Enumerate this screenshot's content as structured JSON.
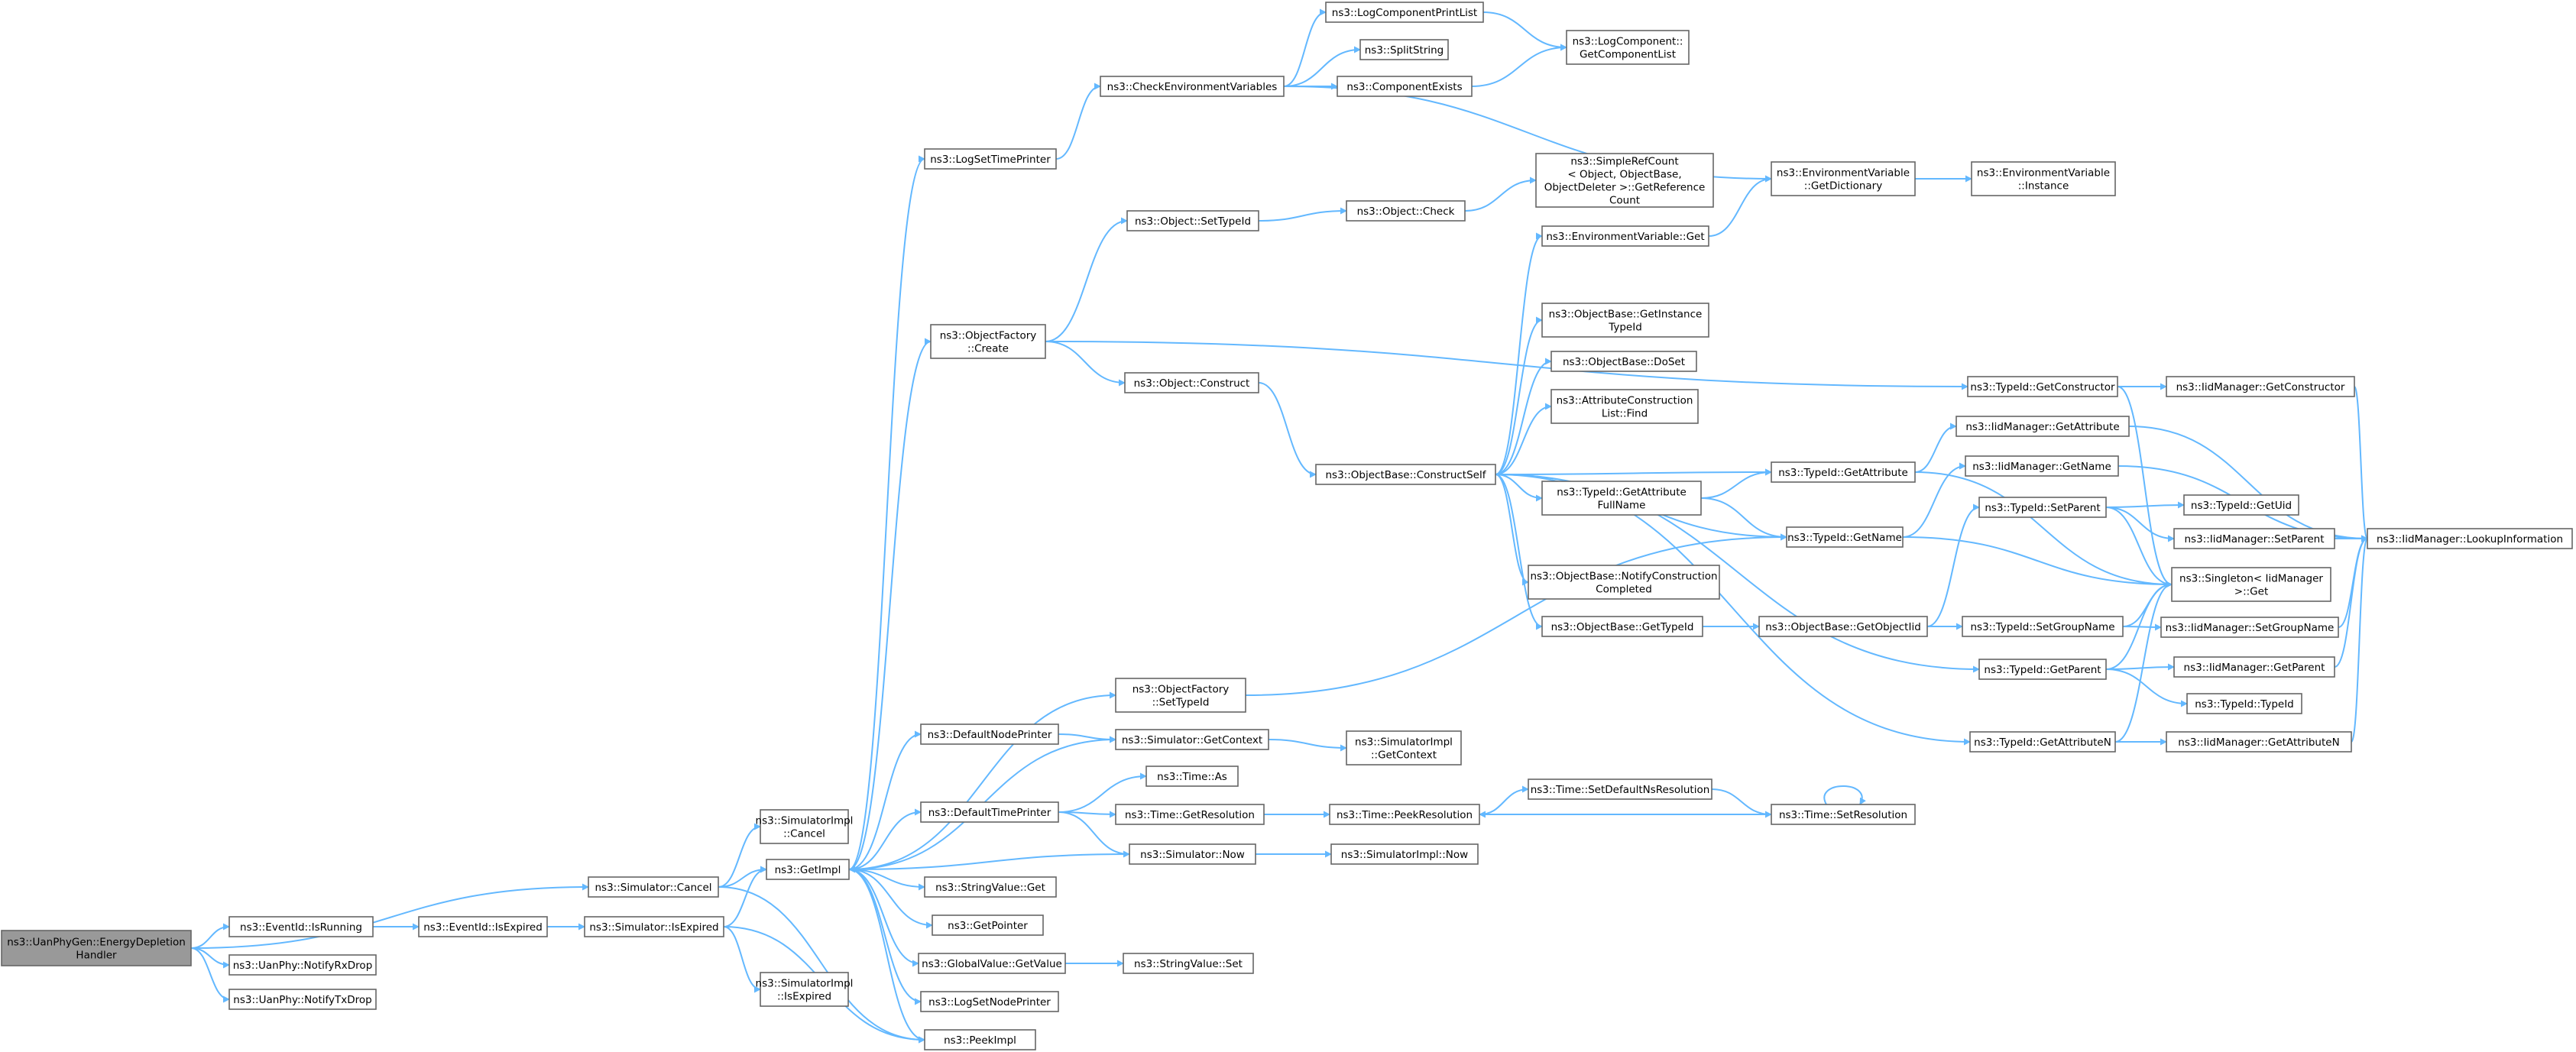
{
  "colors": {
    "edge": "#63b8ff",
    "node_border": "#666666",
    "root_fill": "#999999",
    "node_fill": "#ffffff"
  },
  "nodes": [
    {
      "id": "root",
      "lines": [
        "ns3::UanPhyGen::EnergyDepletion",
        "Handler"
      ]
    },
    {
      "id": "eidIsRunning",
      "lines": [
        "ns3::EventId::IsRunning"
      ]
    },
    {
      "id": "notifyRx",
      "lines": [
        "ns3::UanPhy::NotifyRxDrop"
      ]
    },
    {
      "id": "notifyTx",
      "lines": [
        "ns3::UanPhy::NotifyTxDrop"
      ]
    },
    {
      "id": "simCancel",
      "lines": [
        "ns3::Simulator::Cancel"
      ]
    },
    {
      "id": "eidIsExpired",
      "lines": [
        "ns3::EventId::IsExpired"
      ]
    },
    {
      "id": "simIsExpired",
      "lines": [
        "ns3::Simulator::IsExpired"
      ]
    },
    {
      "id": "simImplCancel",
      "lines": [
        "ns3::SimulatorImpl",
        "::Cancel"
      ]
    },
    {
      "id": "getImpl",
      "lines": [
        "ns3::GetImpl"
      ]
    },
    {
      "id": "simImplIsExpired",
      "lines": [
        "ns3::SimulatorImpl",
        "::IsExpired"
      ]
    },
    {
      "id": "peekImpl",
      "lines": [
        "ns3::PeekImpl"
      ]
    },
    {
      "id": "logSetTimePrinter",
      "lines": [
        "ns3::LogSetTimePrinter"
      ]
    },
    {
      "id": "objFactoryCreate",
      "lines": [
        "ns3::ObjectFactory",
        "::Create"
      ]
    },
    {
      "id": "defaultNodePrinter",
      "lines": [
        "ns3::DefaultNodePrinter"
      ]
    },
    {
      "id": "defaultTimePrinter",
      "lines": [
        "ns3::DefaultTimePrinter"
      ]
    },
    {
      "id": "stringValueGet",
      "lines": [
        "ns3::StringValue::Get"
      ]
    },
    {
      "id": "getPointer",
      "lines": [
        "ns3::GetPointer"
      ]
    },
    {
      "id": "globalValueGetValue",
      "lines": [
        "ns3::GlobalValue::GetValue"
      ]
    },
    {
      "id": "logSetNodePrinter",
      "lines": [
        "ns3::LogSetNodePrinter"
      ]
    },
    {
      "id": "checkEnvVars",
      "lines": [
        "ns3::CheckEnvironmentVariables"
      ]
    },
    {
      "id": "objSetTypeId",
      "lines": [
        "ns3::Object::SetTypeId"
      ]
    },
    {
      "id": "objConstruct",
      "lines": [
        "ns3::Object::Construct"
      ]
    },
    {
      "id": "objFactorySetTypeId",
      "lines": [
        "ns3::ObjectFactory",
        "::SetTypeId"
      ]
    },
    {
      "id": "simGetContext",
      "lines": [
        "ns3::Simulator::GetContext"
      ]
    },
    {
      "id": "timeAs",
      "lines": [
        "ns3::Time::As"
      ]
    },
    {
      "id": "timeGetResolution",
      "lines": [
        "ns3::Time::GetResolution"
      ]
    },
    {
      "id": "simNow",
      "lines": [
        "ns3::Simulator::Now"
      ]
    },
    {
      "id": "stringValueSet",
      "lines": [
        "ns3::StringValue::Set"
      ]
    },
    {
      "id": "logCompPrintList",
      "lines": [
        "ns3::LogComponentPrintList"
      ]
    },
    {
      "id": "splitString",
      "lines": [
        "ns3::SplitString"
      ]
    },
    {
      "id": "componentExists",
      "lines": [
        "ns3::ComponentExists"
      ]
    },
    {
      "id": "objCheck",
      "lines": [
        "ns3::Object::Check"
      ]
    },
    {
      "id": "objBaseConstructSelf",
      "lines": [
        "ns3::ObjectBase::ConstructSelf"
      ]
    },
    {
      "id": "simImplGetContext",
      "lines": [
        "ns3::SimulatorImpl",
        "::GetContext"
      ]
    },
    {
      "id": "timePeekResolution",
      "lines": [
        "ns3::Time::PeekResolution"
      ]
    },
    {
      "id": "simImplNow",
      "lines": [
        "ns3::SimulatorImpl::Now"
      ]
    },
    {
      "id": "logCompGetList",
      "lines": [
        "ns3::LogComponent::",
        "GetComponentList"
      ]
    },
    {
      "id": "simpleRefCount",
      "lines": [
        "ns3::SimpleRefCount",
        "< Object, ObjectBase,",
        "ObjectDeleter >::GetReference",
        "Count"
      ]
    },
    {
      "id": "envVarGet",
      "lines": [
        "ns3::EnvironmentVariable::Get"
      ]
    },
    {
      "id": "objBaseGetInstanceTypeId",
      "lines": [
        "ns3::ObjectBase::GetInstance",
        "TypeId"
      ]
    },
    {
      "id": "objBaseDoSet",
      "lines": [
        "ns3::ObjectBase::DoSet"
      ]
    },
    {
      "id": "attrConstrListFind",
      "lines": [
        "ns3::AttributeConstruction",
        "List::Find"
      ]
    },
    {
      "id": "typeIdGetAttrFullName",
      "lines": [
        "ns3::TypeId::GetAttribute",
        "FullName"
      ]
    },
    {
      "id": "objBaseNotifyConstr",
      "lines": [
        "ns3::ObjectBase::NotifyConstruction",
        "Completed"
      ]
    },
    {
      "id": "objBaseGetTypeId",
      "lines": [
        "ns3::ObjectBase::GetTypeId"
      ]
    },
    {
      "id": "timeSetDefaultNsRes",
      "lines": [
        "ns3::Time::SetDefaultNsResolution"
      ]
    },
    {
      "id": "envVarGetDictionary",
      "lines": [
        "ns3::EnvironmentVariable",
        "::GetDictionary"
      ]
    },
    {
      "id": "typeIdGetAttribute",
      "lines": [
        "ns3::TypeId::GetAttribute"
      ]
    },
    {
      "id": "typeIdGetName",
      "lines": [
        "ns3::TypeId::GetName"
      ]
    },
    {
      "id": "objBaseGetObjectIid",
      "lines": [
        "ns3::ObjectBase::GetObjectIid"
      ]
    },
    {
      "id": "timeSetResolution",
      "lines": [
        "ns3::Time::SetResolution"
      ]
    },
    {
      "id": "envVarInstance",
      "lines": [
        "ns3::EnvironmentVariable",
        "::Instance"
      ]
    },
    {
      "id": "typeIdGetConstructor",
      "lines": [
        "ns3::TypeId::GetConstructor"
      ]
    },
    {
      "id": "iidGetAttribute",
      "lines": [
        "ns3::IidManager::GetAttribute"
      ]
    },
    {
      "id": "iidGetName",
      "lines": [
        "ns3::IidManager::GetName"
      ]
    },
    {
      "id": "typeIdSetParent",
      "lines": [
        "ns3::TypeId::SetParent"
      ]
    },
    {
      "id": "typeIdSetGroupName",
      "lines": [
        "ns3::TypeId::SetGroupName"
      ]
    },
    {
      "id": "typeIdGetParent",
      "lines": [
        "ns3::TypeId::GetParent"
      ]
    },
    {
      "id": "typeIdGetAttributeN",
      "lines": [
        "ns3::TypeId::GetAttributeN"
      ]
    },
    {
      "id": "iidGetConstructor",
      "lines": [
        "ns3::IidManager::GetConstructor"
      ]
    },
    {
      "id": "typeIdGetUid",
      "lines": [
        "ns3::TypeId::GetUid"
      ]
    },
    {
      "id": "iidSetParent",
      "lines": [
        "ns3::IidManager::SetParent"
      ]
    },
    {
      "id": "singletonGet",
      "lines": [
        "ns3::Singleton< IidManager",
        ">::Get"
      ]
    },
    {
      "id": "iidSetGroupName",
      "lines": [
        "ns3::IidManager::SetGroupName"
      ]
    },
    {
      "id": "iidGetParent",
      "lines": [
        "ns3::IidManager::GetParent"
      ]
    },
    {
      "id": "typeIdTypeId",
      "lines": [
        "ns3::TypeId::TypeId"
      ]
    },
    {
      "id": "iidGetAttributeN",
      "lines": [
        "ns3::IidManager::GetAttributeN"
      ]
    },
    {
      "id": "iidLookupInfo",
      "lines": [
        "ns3::IidManager::LookupInformation"
      ]
    }
  ],
  "edges": [
    [
      "root",
      "simCancel"
    ],
    [
      "root",
      "eidIsRunning"
    ],
    [
      "root",
      "notifyRx"
    ],
    [
      "root",
      "notifyTx"
    ],
    [
      "eidIsRunning",
      "eidIsExpired"
    ],
    [
      "eidIsExpired",
      "simIsExpired"
    ],
    [
      "simCancel",
      "simImplCancel"
    ],
    [
      "simCancel",
      "getImpl"
    ],
    [
      "simCancel",
      "peekImpl"
    ],
    [
      "simIsExpired",
      "getImpl"
    ],
    [
      "simIsExpired",
      "simImplIsExpired"
    ],
    [
      "simIsExpired",
      "peekImpl"
    ],
    [
      "getImpl",
      "logSetTimePrinter"
    ],
    [
      "getImpl",
      "objFactoryCreate"
    ],
    [
      "getImpl",
      "objFactorySetTypeId"
    ],
    [
      "getImpl",
      "defaultNodePrinter"
    ],
    [
      "getImpl",
      "simGetContext"
    ],
    [
      "getImpl",
      "defaultTimePrinter"
    ],
    [
      "getImpl",
      "stringValueGet"
    ],
    [
      "getImpl",
      "getPointer"
    ],
    [
      "getImpl",
      "globalValueGetValue"
    ],
    [
      "getImpl",
      "logSetNodePrinter"
    ],
    [
      "getImpl",
      "peekImpl"
    ],
    [
      "logSetTimePrinter",
      "checkEnvVars"
    ],
    [
      "checkEnvVars",
      "logCompPrintList"
    ],
    [
      "checkEnvVars",
      "splitString"
    ],
    [
      "checkEnvVars",
      "componentExists"
    ],
    [
      "checkEnvVars",
      "envVarGetDictionary"
    ],
    [
      "logCompPrintList",
      "logCompGetList"
    ],
    [
      "componentExists",
      "logCompGetList"
    ],
    [
      "objFactoryCreate",
      "objSetTypeId"
    ],
    [
      "objFactoryCreate",
      "objConstruct"
    ],
    [
      "objFactoryCreate",
      "typeIdGetConstructor"
    ],
    [
      "objSetTypeId",
      "objCheck"
    ],
    [
      "objCheck",
      "simpleRefCount"
    ],
    [
      "objConstruct",
      "objBaseConstructSelf"
    ],
    [
      "objBaseConstructSelf",
      "envVarGet"
    ],
    [
      "objBaseConstructSelf",
      "objBaseGetInstanceTypeId"
    ],
    [
      "objBaseConstructSelf",
      "objBaseDoSet"
    ],
    [
      "objBaseConstructSelf",
      "attrConstrListFind"
    ],
    [
      "objBaseConstructSelf",
      "typeIdGetAttribute"
    ],
    [
      "objBaseConstructSelf",
      "typeIdGetAttrFullName"
    ],
    [
      "objBaseConstructSelf",
      "typeIdGetName"
    ],
    [
      "objBaseConstructSelf",
      "objBaseNotifyConstr"
    ],
    [
      "objBaseConstructSelf",
      "objBaseGetTypeId"
    ],
    [
      "objBaseConstructSelf",
      "typeIdGetParent"
    ],
    [
      "objBaseConstructSelf",
      "typeIdGetAttributeN"
    ],
    [
      "envVarGet",
      "envVarGetDictionary"
    ],
    [
      "envVarGetDictionary",
      "envVarInstance"
    ],
    [
      "typeIdGetAttrFullName",
      "typeIdGetAttribute"
    ],
    [
      "typeIdGetAttrFullName",
      "typeIdGetName"
    ],
    [
      "objBaseGetTypeId",
      "objBaseGetObjectIid"
    ],
    [
      "objBaseGetObjectIid",
      "typeIdSetParent"
    ],
    [
      "objBaseGetObjectIid",
      "typeIdSetGroupName"
    ],
    [
      "objFactorySetTypeId",
      "typeIdGetName"
    ],
    [
      "defaultNodePrinter",
      "simGetContext"
    ],
    [
      "simGetContext",
      "simImplGetContext"
    ],
    [
      "defaultTimePrinter",
      "timeAs"
    ],
    [
      "defaultTimePrinter",
      "timeGetResolution"
    ],
    [
      "defaultTimePrinter",
      "simNow"
    ],
    [
      "timeGetResolution",
      "timePeekResolution"
    ],
    [
      "simNow",
      "simImplNow"
    ],
    [
      "simNow",
      "getImpl"
    ],
    [
      "timePeekResolution",
      "timeSetDefaultNsRes"
    ],
    [
      "timeSetDefaultNsRes",
      "timeSetResolution"
    ],
    [
      "timeSetResolution",
      "timePeekResolution"
    ],
    [
      "timeSetResolution",
      "timeSetResolution"
    ],
    [
      "globalValueGetValue",
      "stringValueSet"
    ],
    [
      "typeIdGetConstructor",
      "iidGetConstructor"
    ],
    [
      "typeIdGetConstructor",
      "singletonGet"
    ],
    [
      "typeIdGetAttribute",
      "iidGetAttribute"
    ],
    [
      "typeIdGetAttribute",
      "singletonGet"
    ],
    [
      "typeIdGetName",
      "iidGetName"
    ],
    [
      "typeIdGetName",
      "singletonGet"
    ],
    [
      "typeIdSetParent",
      "typeIdGetUid"
    ],
    [
      "typeIdSetParent",
      "iidSetParent"
    ],
    [
      "typeIdSetParent",
      "singletonGet"
    ],
    [
      "typeIdSetGroupName",
      "singletonGet"
    ],
    [
      "typeIdSetGroupName",
      "iidSetGroupName"
    ],
    [
      "typeIdGetParent",
      "singletonGet"
    ],
    [
      "typeIdGetParent",
      "iidGetParent"
    ],
    [
      "typeIdGetParent",
      "typeIdTypeId"
    ],
    [
      "typeIdGetAttributeN",
      "singletonGet"
    ],
    [
      "typeIdGetAttributeN",
      "iidGetAttributeN"
    ],
    [
      "iidGetConstructor",
      "iidLookupInfo"
    ],
    [
      "iidGetAttribute",
      "iidLookupInfo"
    ],
    [
      "iidGetName",
      "iidLookupInfo"
    ],
    [
      "iidSetParent",
      "iidLookupInfo"
    ],
    [
      "iidSetGroupName",
      "iidLookupInfo"
    ],
    [
      "iidGetParent",
      "iidLookupInfo"
    ],
    [
      "iidGetAttributeN",
      "iidLookupInfo"
    ]
  ]
}
